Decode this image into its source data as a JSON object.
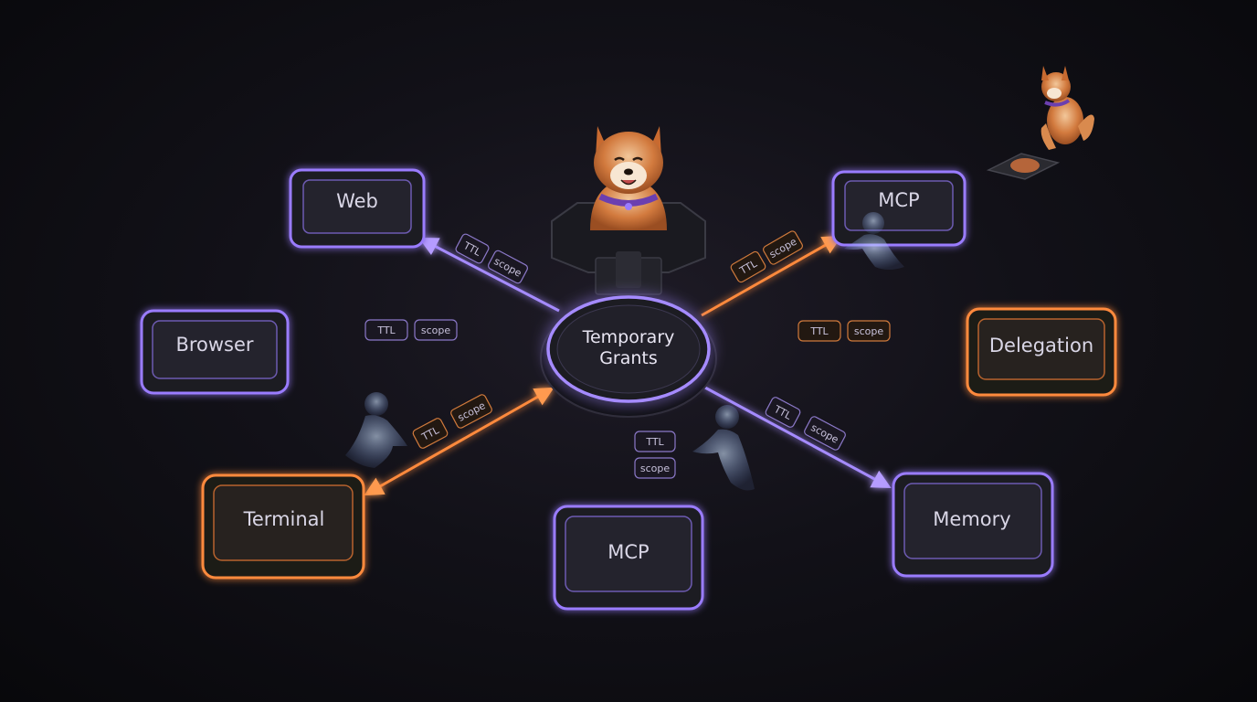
{
  "diagram": {
    "center": {
      "line1": "Temporary",
      "line2": "Grants"
    },
    "nodes": {
      "web": "Web",
      "browser": "Browser",
      "terminal": "Terminal",
      "mcp_top": "MCP",
      "mcp_bottom": "MCP",
      "delegation": "Delegation",
      "memory": "Memory"
    },
    "tags": {
      "ttl": "TTL",
      "scope": "scope"
    },
    "colors": {
      "purple": "#9a7cff",
      "orange": "#ff8a3d",
      "background": "#121118",
      "node_fill": "#1e1d27"
    }
  }
}
